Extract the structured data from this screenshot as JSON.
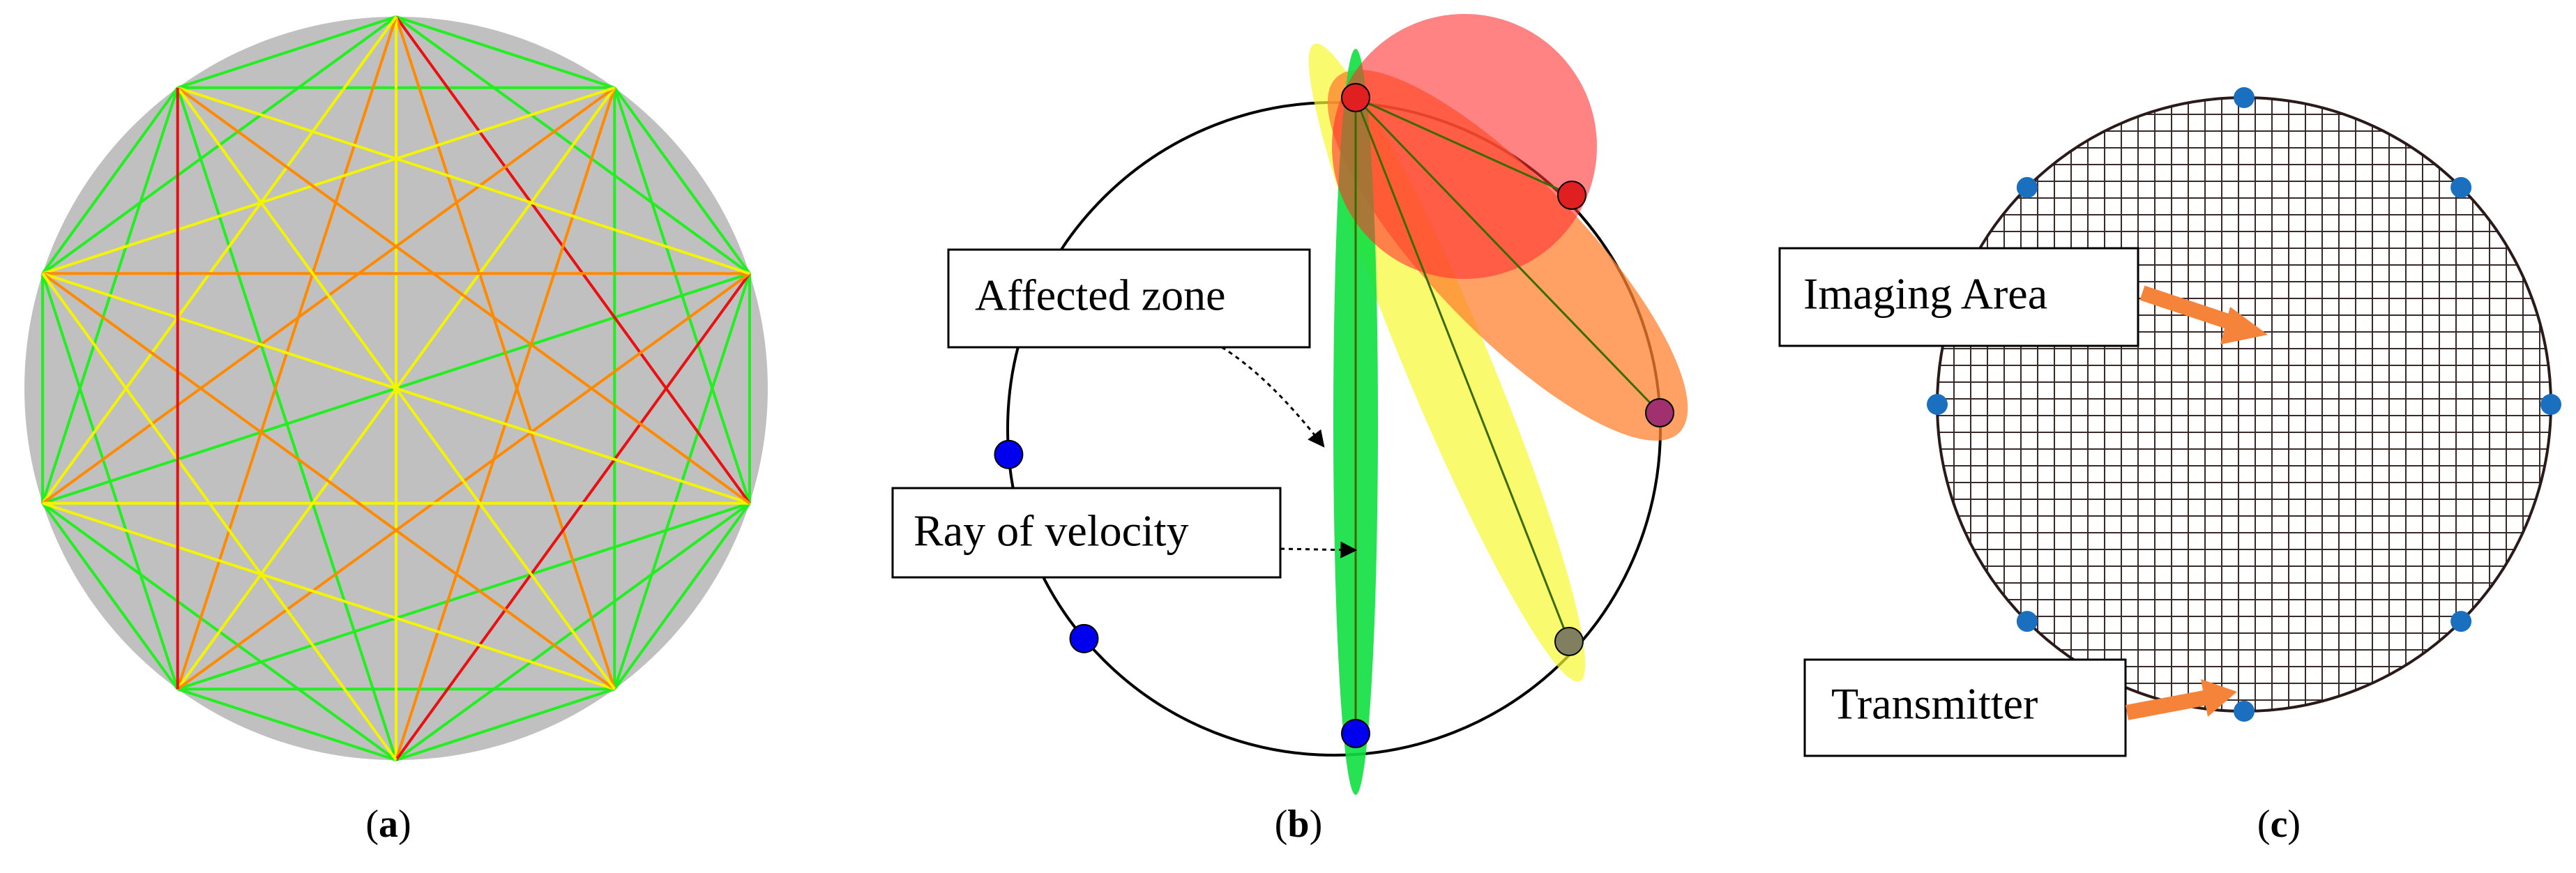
{
  "panels": [
    {
      "id": "a",
      "caption": {
        "open": "(",
        "letter": "a",
        "close": ")"
      }
    },
    {
      "id": "b",
      "caption": {
        "open": "(",
        "letter": "b",
        "close": ")"
      },
      "labels": {
        "affected_zone": "Affected zone",
        "ray_of_velocity": "Ray of velocity"
      }
    },
    {
      "id": "c",
      "caption": {
        "open": "(",
        "letter": "c",
        "close": ")"
      },
      "labels": {
        "imaging_area": "Imaging Area",
        "transmitter": "Transmitter"
      }
    }
  ],
  "colors": {
    "background_disc": "#c0c0c0",
    "ray_green": "#22ee22",
    "ray_yellow": "#f4f400",
    "ray_orange": "#ff8a00",
    "ray_red": "#e81010",
    "sensor_blue": "#0000ee",
    "sensor_red": "#e02020",
    "sensor_purple": "#a0306e",
    "sensor_gray": "#808060",
    "zone_red": "#ff3030",
    "zone_orange": "#ff8030",
    "zone_yellow": "#f8f830",
    "zone_green": "#10e040",
    "transmitter_dot": "#1a6fbf",
    "arrow_orange": "#f5843a",
    "grid_line": "#3a2a2a"
  },
  "icons": {
    "sensor": "filled-circle",
    "callout_pointer": "dotted-arrow",
    "label_pointer": "thick-arrow"
  }
}
